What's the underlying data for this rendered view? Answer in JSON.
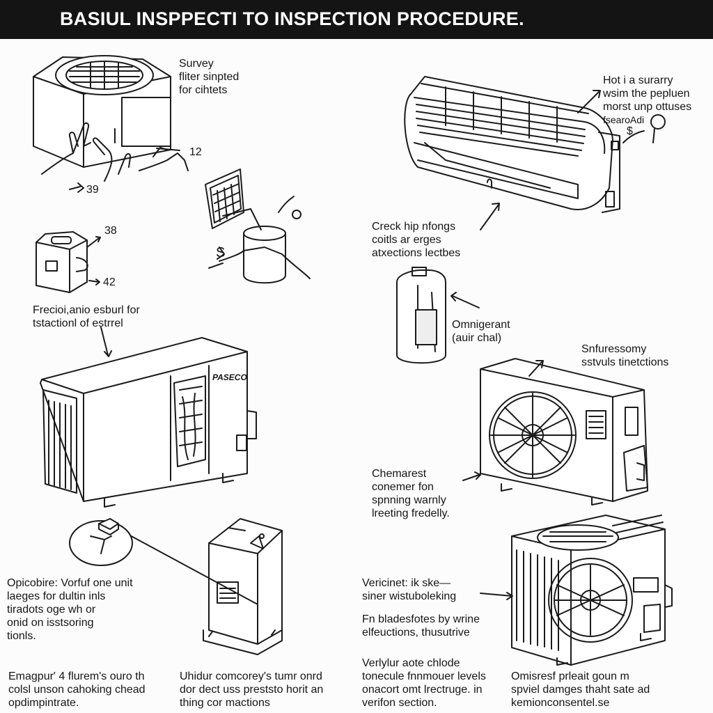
{
  "header": {
    "title": "BASIUL INSPPECTI TO INSPECTION PROCEDURE."
  },
  "labels": {
    "survey": [
      "Survey",
      "fliter  sinpted",
      "for cihtets"
    ],
    "hot_summary": [
      "Hot i a surarry",
      "wsim the  pepluen",
      "morst unp ottuses",
      "fsearoAdi"
    ],
    "check_hip": [
      "Crеck hip nfongs",
      "coitls ar erges",
      "atxections lectbes"
    ],
    "frecioi": [
      "Frecioi,anio esburl for",
      "tstactionl of estrrel"
    ],
    "omnigerant": [
      "Omnigerant",
      "(auir chal)"
    ],
    "snfuress": [
      "Snfuressomy",
      "sstvuls tinetctions"
    ],
    "chemarest": [
      "Chemarest",
      "conemer fon",
      "spnning warnly",
      "lreeting fredelly."
    ],
    "opicobire": [
      "Opicobire: Vorfuf one unit",
      "laeges for dultin inls",
      "tiradots oge wh or",
      "onid on isstsoring",
      "tionls."
    ],
    "vericine": [
      "Vericinet: ik ske—",
      "siner wistuboleking"
    ],
    "fn_blades": [
      "Fn bladesfotes by wrine",
      "elfeuctions, thusutrive"
    ],
    "verifylur": [
      "Verlylur aote chlode",
      "tonecule fnnmouer levels",
      "onacort omt lrectruge. in",
      "verifon section."
    ],
    "emagpur": [
      "Emagpur' 4 flurem's ouro th",
      "colsl unson cahoking chead",
      "opdimpintrate."
    ],
    "uhidur": [
      "Uhidur comcorey's tumr onrd",
      "dor dect uss preststo horit an",
      "thing cor mactions"
    ],
    "omisrest": [
      "Omisresf prleait goun m",
      "spviel damges thaht sate ad",
      "kemionconsentel.se"
    ]
  },
  "numbers": {
    "n12": "12",
    "n39": "39",
    "n38": "38",
    "n42": "42",
    "dollar": "$",
    "s_mark": "S"
  },
  "unit_text": {
    "brand": "PASECO"
  }
}
